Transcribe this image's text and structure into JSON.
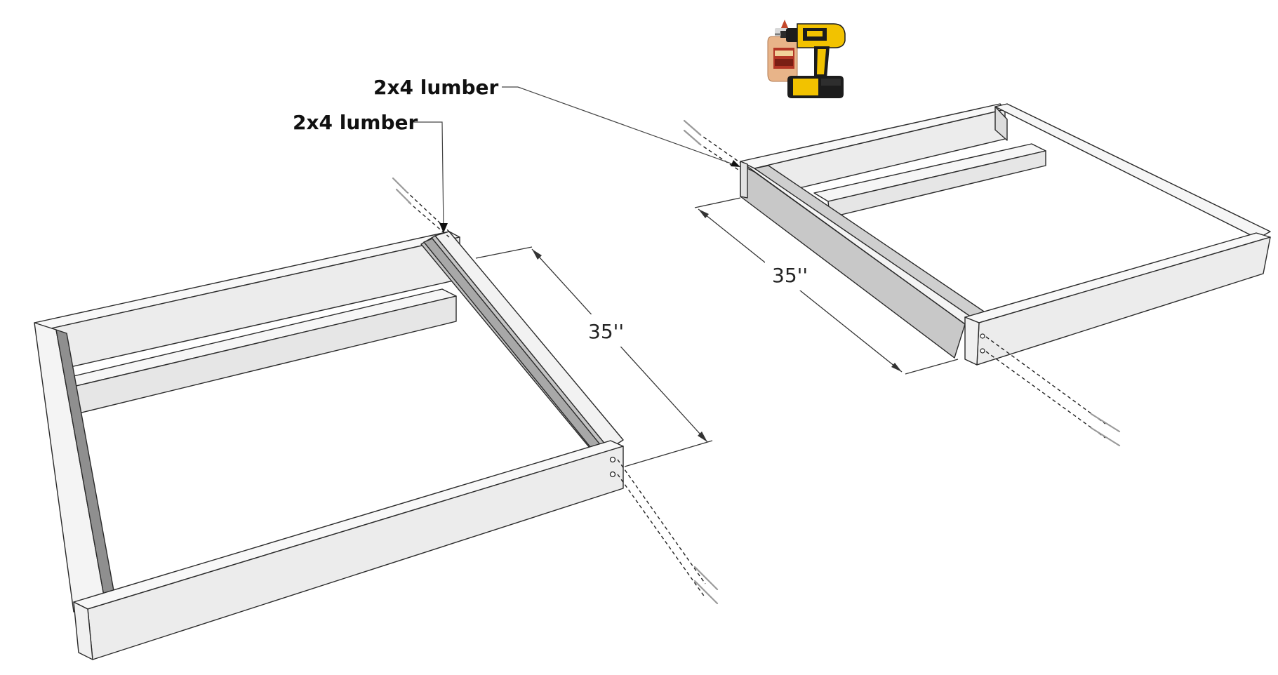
{
  "labels": {
    "right_frame_part": "2x4 lumber",
    "left_frame_part": "2x4 lumber"
  },
  "dimensions": {
    "left_frame_depth": "35''",
    "right_frame_depth": "35''"
  },
  "illustrations": {
    "tool": "drill-icon",
    "glue": "wood-glue-bottle-icon"
  },
  "colors": {
    "background": "#ffffff",
    "lumber_top": "#f7f7f7",
    "lumber_side": "#cfcfcf",
    "lumber_dark": "#8f8f8f",
    "drill_yellow": "#f2c200",
    "drill_black": "#1c1c1c",
    "glue_bottle": "#e8b489"
  }
}
